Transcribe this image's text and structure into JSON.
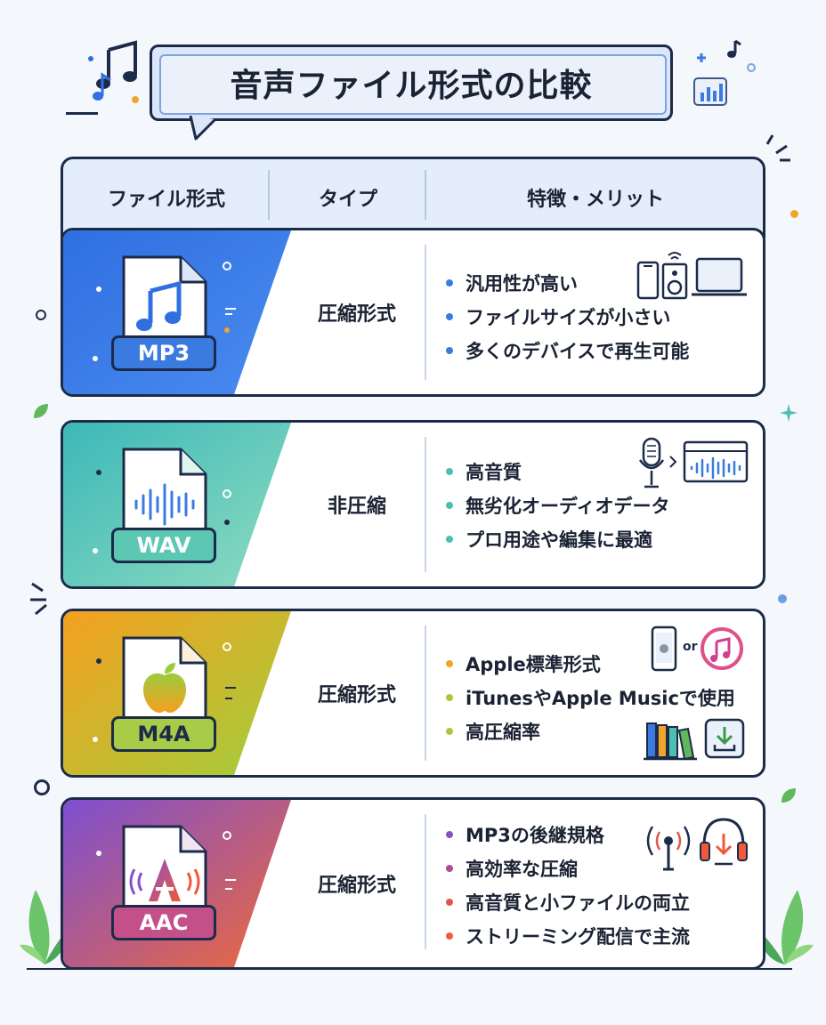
{
  "title": "音声ファイル形式の比較",
  "headers": [
    "ファイル形式",
    "タイプ",
    "特徴・メリット"
  ],
  "rows": [
    {
      "format": "MP3",
      "type": "圧縮形式",
      "features": [
        "汎用性が高い",
        "ファイルサイズが小さい",
        "多くのデバイスで再生可能"
      ],
      "dot_colors": [
        "#3b7be0",
        "#3b7be0",
        "#3b7be0"
      ],
      "gradient": [
        "#2f6fe0",
        "#4a8cf0"
      ]
    },
    {
      "format": "WAV",
      "type": "非圧縮",
      "features": [
        "高音質",
        "無劣化オーディオデータ",
        "プロ用途や編集に最適"
      ],
      "dot_colors": [
        "#4cbfb0",
        "#4cbfb0",
        "#4cbfb0"
      ],
      "gradient": [
        "#3db8b8",
        "#7fd8b8"
      ]
    },
    {
      "format": "M4A",
      "type": "圧縮形式",
      "features": [
        "Apple標準形式",
        "iTunesやApple Musicで使用",
        "高圧縮率"
      ],
      "dot_colors": [
        "#f2a32a",
        "#a8c83c",
        "#a8c83c"
      ],
      "gradient": [
        "#f5a020",
        "#9ccc3c"
      ]
    },
    {
      "format": "AAC",
      "type": "圧縮形式",
      "features": [
        "MP3の後継規格",
        "高効率な圧縮",
        "高音質と小ファイルの両立",
        "ストリーミング配信で主流"
      ],
      "dot_colors": [
        "#8a4fc8",
        "#b04a9a",
        "#e0584a",
        "#ef5a3a"
      ],
      "gradient": [
        "#7d4fd0",
        "#f06a38"
      ]
    }
  ],
  "icons": {
    "m4a_or": "or"
  }
}
